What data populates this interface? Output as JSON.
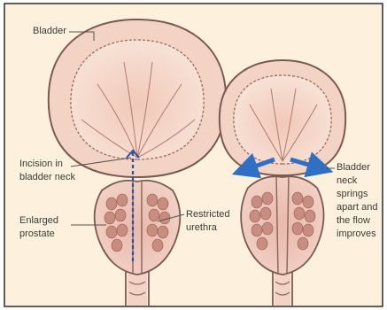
{
  "labels": {
    "bladder": "Bladder",
    "incision_line1": "Incision in",
    "incision_line2": "bladder neck",
    "enlarged_line1": "Enlarged",
    "enlarged_line2": "prostate",
    "restricted_line1": "Restricted",
    "restricted_line2": "urethra",
    "springs_line1": "Bladder",
    "springs_line2": "neck",
    "springs_line3": "springs",
    "springs_line4": "apart and",
    "springs_line5": "the flow",
    "springs_line6": "improves"
  },
  "colors": {
    "background": "#fdf1dd",
    "bladder_fill": "#f3d4c4",
    "bladder_outline": "#7a5a50",
    "inner_fill": "#f7e2d6",
    "prostate_fill": "#e6b4a8",
    "lobule_fill": "#c98c80",
    "incision": "#2a4fa3",
    "arrow": "#2f6fc4",
    "frame_border": "#2c2c2c"
  }
}
